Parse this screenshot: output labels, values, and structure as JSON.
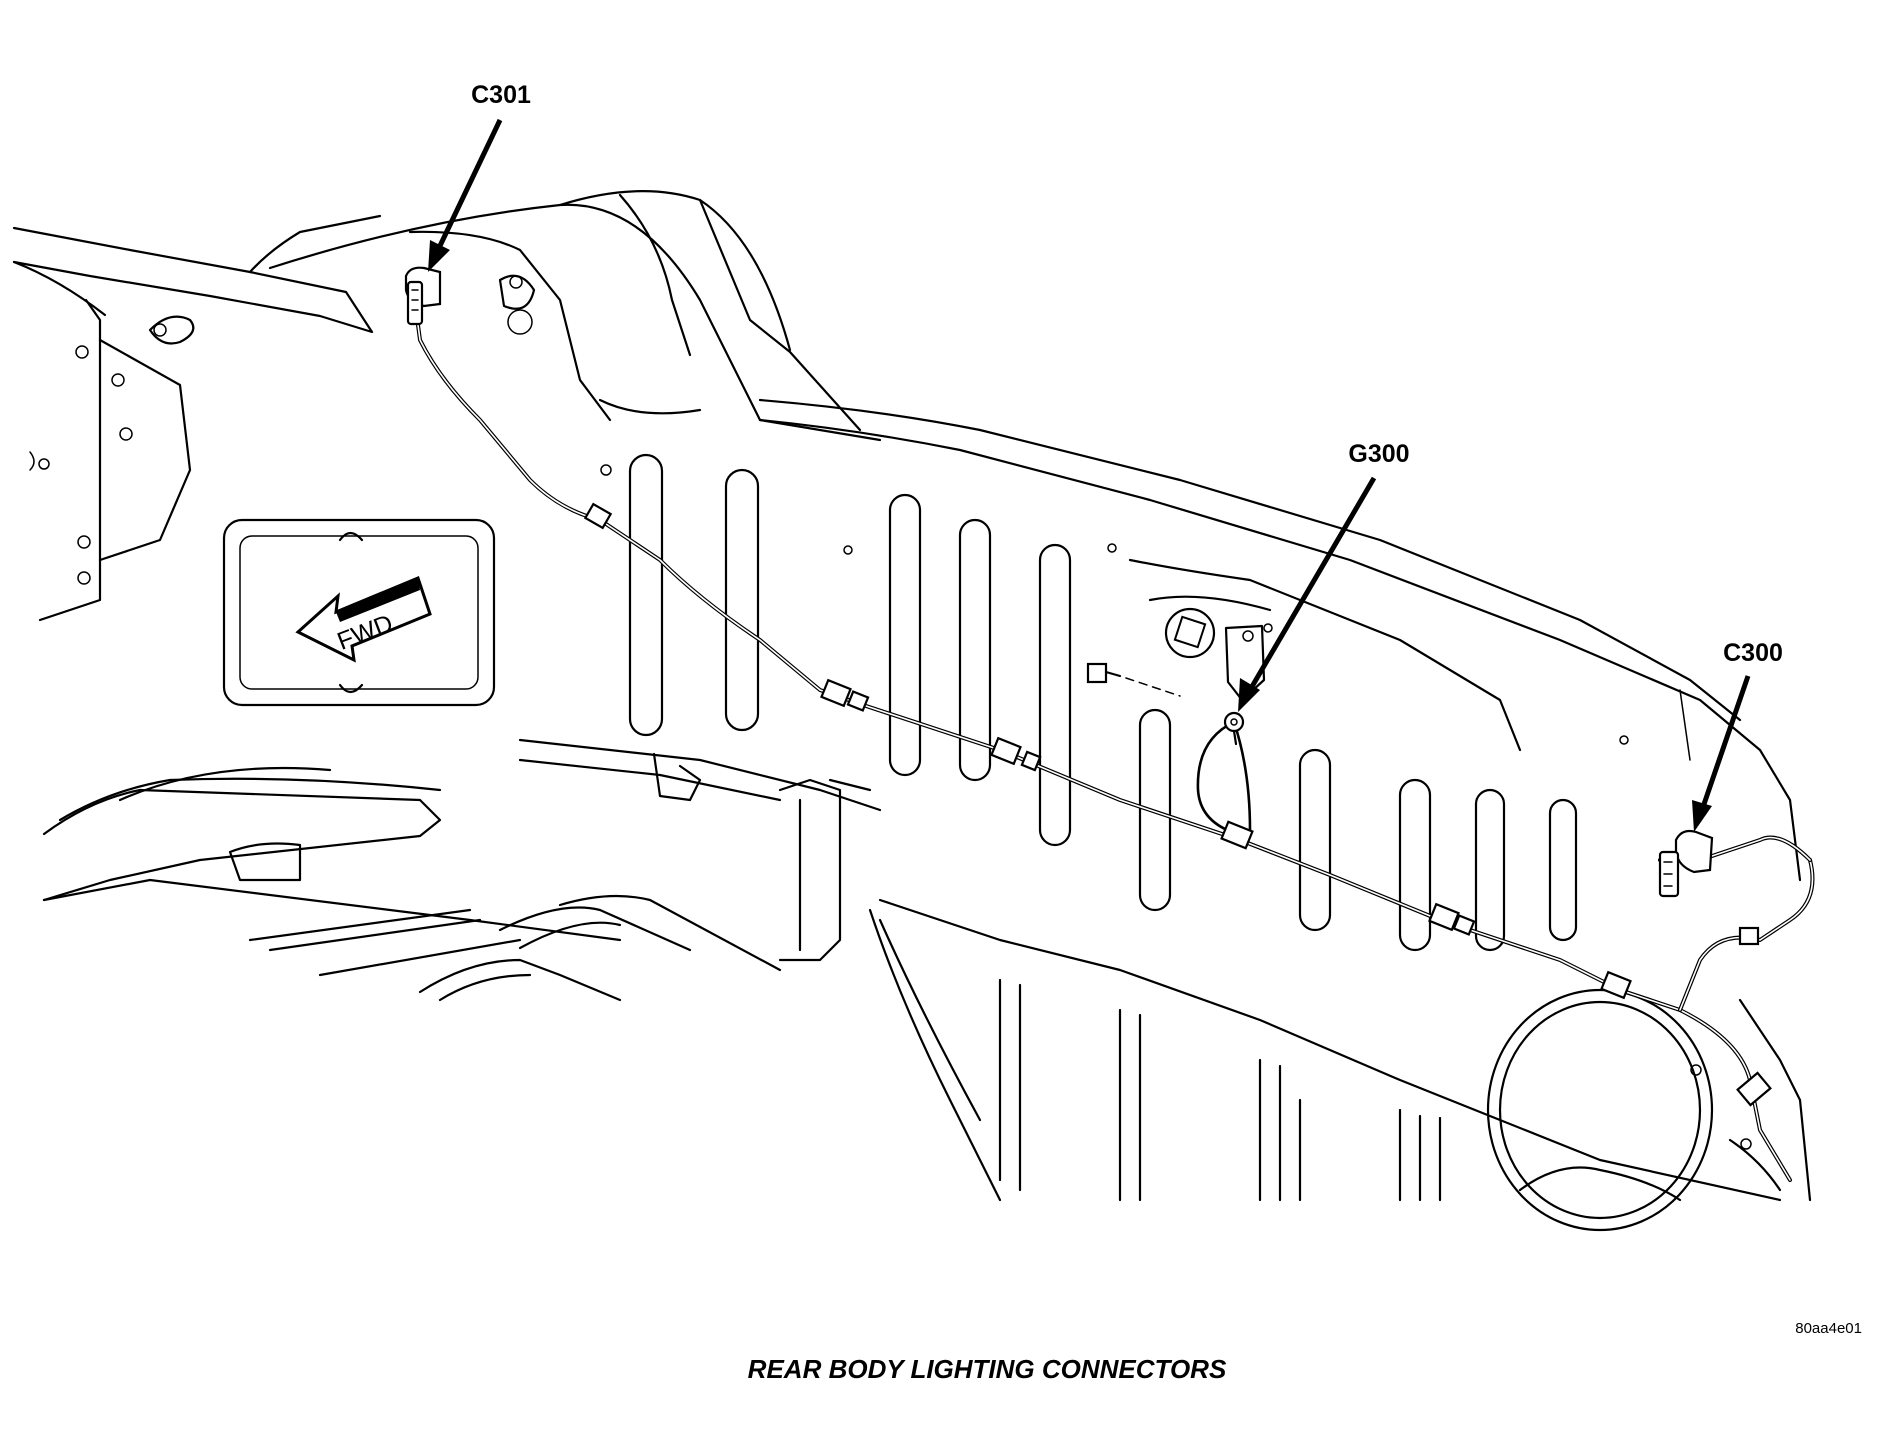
{
  "callouts": {
    "c301": "C301",
    "g300": "G300",
    "c300": "C300"
  },
  "fwd_label": "FWD",
  "figure_id": "80aa4e01",
  "caption": "REAR BODY LIGHTING CONNECTORS",
  "colors": {
    "line": "#000000",
    "background": "#ffffff"
  }
}
